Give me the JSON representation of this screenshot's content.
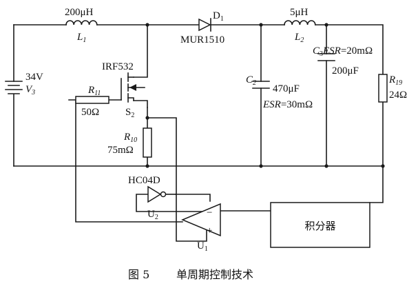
{
  "components": {
    "L1": {
      "value": "200μH",
      "name": "L",
      "sub": "1"
    },
    "D1": {
      "name": "D",
      "sub": "1",
      "part": "MUR1510"
    },
    "L2": {
      "value": "5μH",
      "name": "L",
      "sub": "2"
    },
    "V3": {
      "value": "34V",
      "name": "V",
      "sub": "3"
    },
    "Q": {
      "part": "IRF532",
      "switch_name": "S",
      "switch_sub": "2"
    },
    "R11": {
      "name": "R",
      "sub": "11",
      "value": "50Ω"
    },
    "R10": {
      "name": "R",
      "sub": "10",
      "value": "75mΩ"
    },
    "C2": {
      "name": "C",
      "sub": "2",
      "value": "470μF",
      "esr_label": "ESR",
      "esr_value": "=30mΩ"
    },
    "C3": {
      "name": "C",
      "sub": "3",
      "esr_label": "ESR",
      "esr_value": "=20mΩ",
      "value": "200μF"
    },
    "R19": {
      "name": "R",
      "sub": "19",
      "value": "24Ω"
    },
    "U2": {
      "part": "HC04D",
      "name": "U",
      "sub": "2"
    },
    "U1": {
      "name": "U",
      "sub": "1",
      "minus": "−",
      "plus": "+"
    },
    "integrator": {
      "label": "积分器"
    }
  },
  "caption": {
    "figure": "图 5",
    "title": "单周期控制技术"
  },
  "colors": {
    "ink": "#1a1a1a",
    "background": "#ffffff"
  }
}
